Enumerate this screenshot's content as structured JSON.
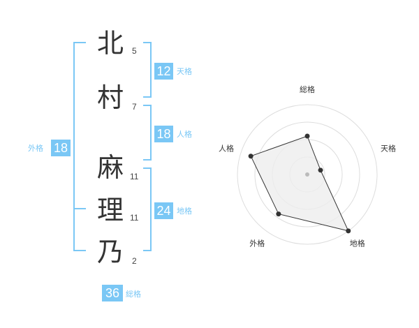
{
  "name": {
    "chars": [
      {
        "char": "北",
        "strokes": "5"
      },
      {
        "char": "村",
        "strokes": "7"
      },
      {
        "char": "麻",
        "strokes": "11"
      },
      {
        "char": "理",
        "strokes": "11"
      },
      {
        "char": "乃",
        "strokes": "2"
      }
    ]
  },
  "fortune": {
    "tenkaku": {
      "value": "12",
      "label": "天格"
    },
    "jinkaku": {
      "value": "18",
      "label": "人格"
    },
    "chikaku": {
      "value": "24",
      "label": "地格"
    },
    "gaikaku": {
      "value": "18",
      "label": "外格"
    },
    "soukaku": {
      "value": "36",
      "label": "総格"
    }
  },
  "chart_data": {
    "type": "radar",
    "axes": [
      "総格",
      "天格",
      "地格",
      "外格",
      "人格"
    ],
    "values": [
      0.55,
      0.2,
      1.0,
      0.7,
      0.85
    ],
    "rings": 4,
    "colors": {
      "fill": "#eeeeee",
      "line": "#333333",
      "ring": "#dddddd"
    }
  }
}
